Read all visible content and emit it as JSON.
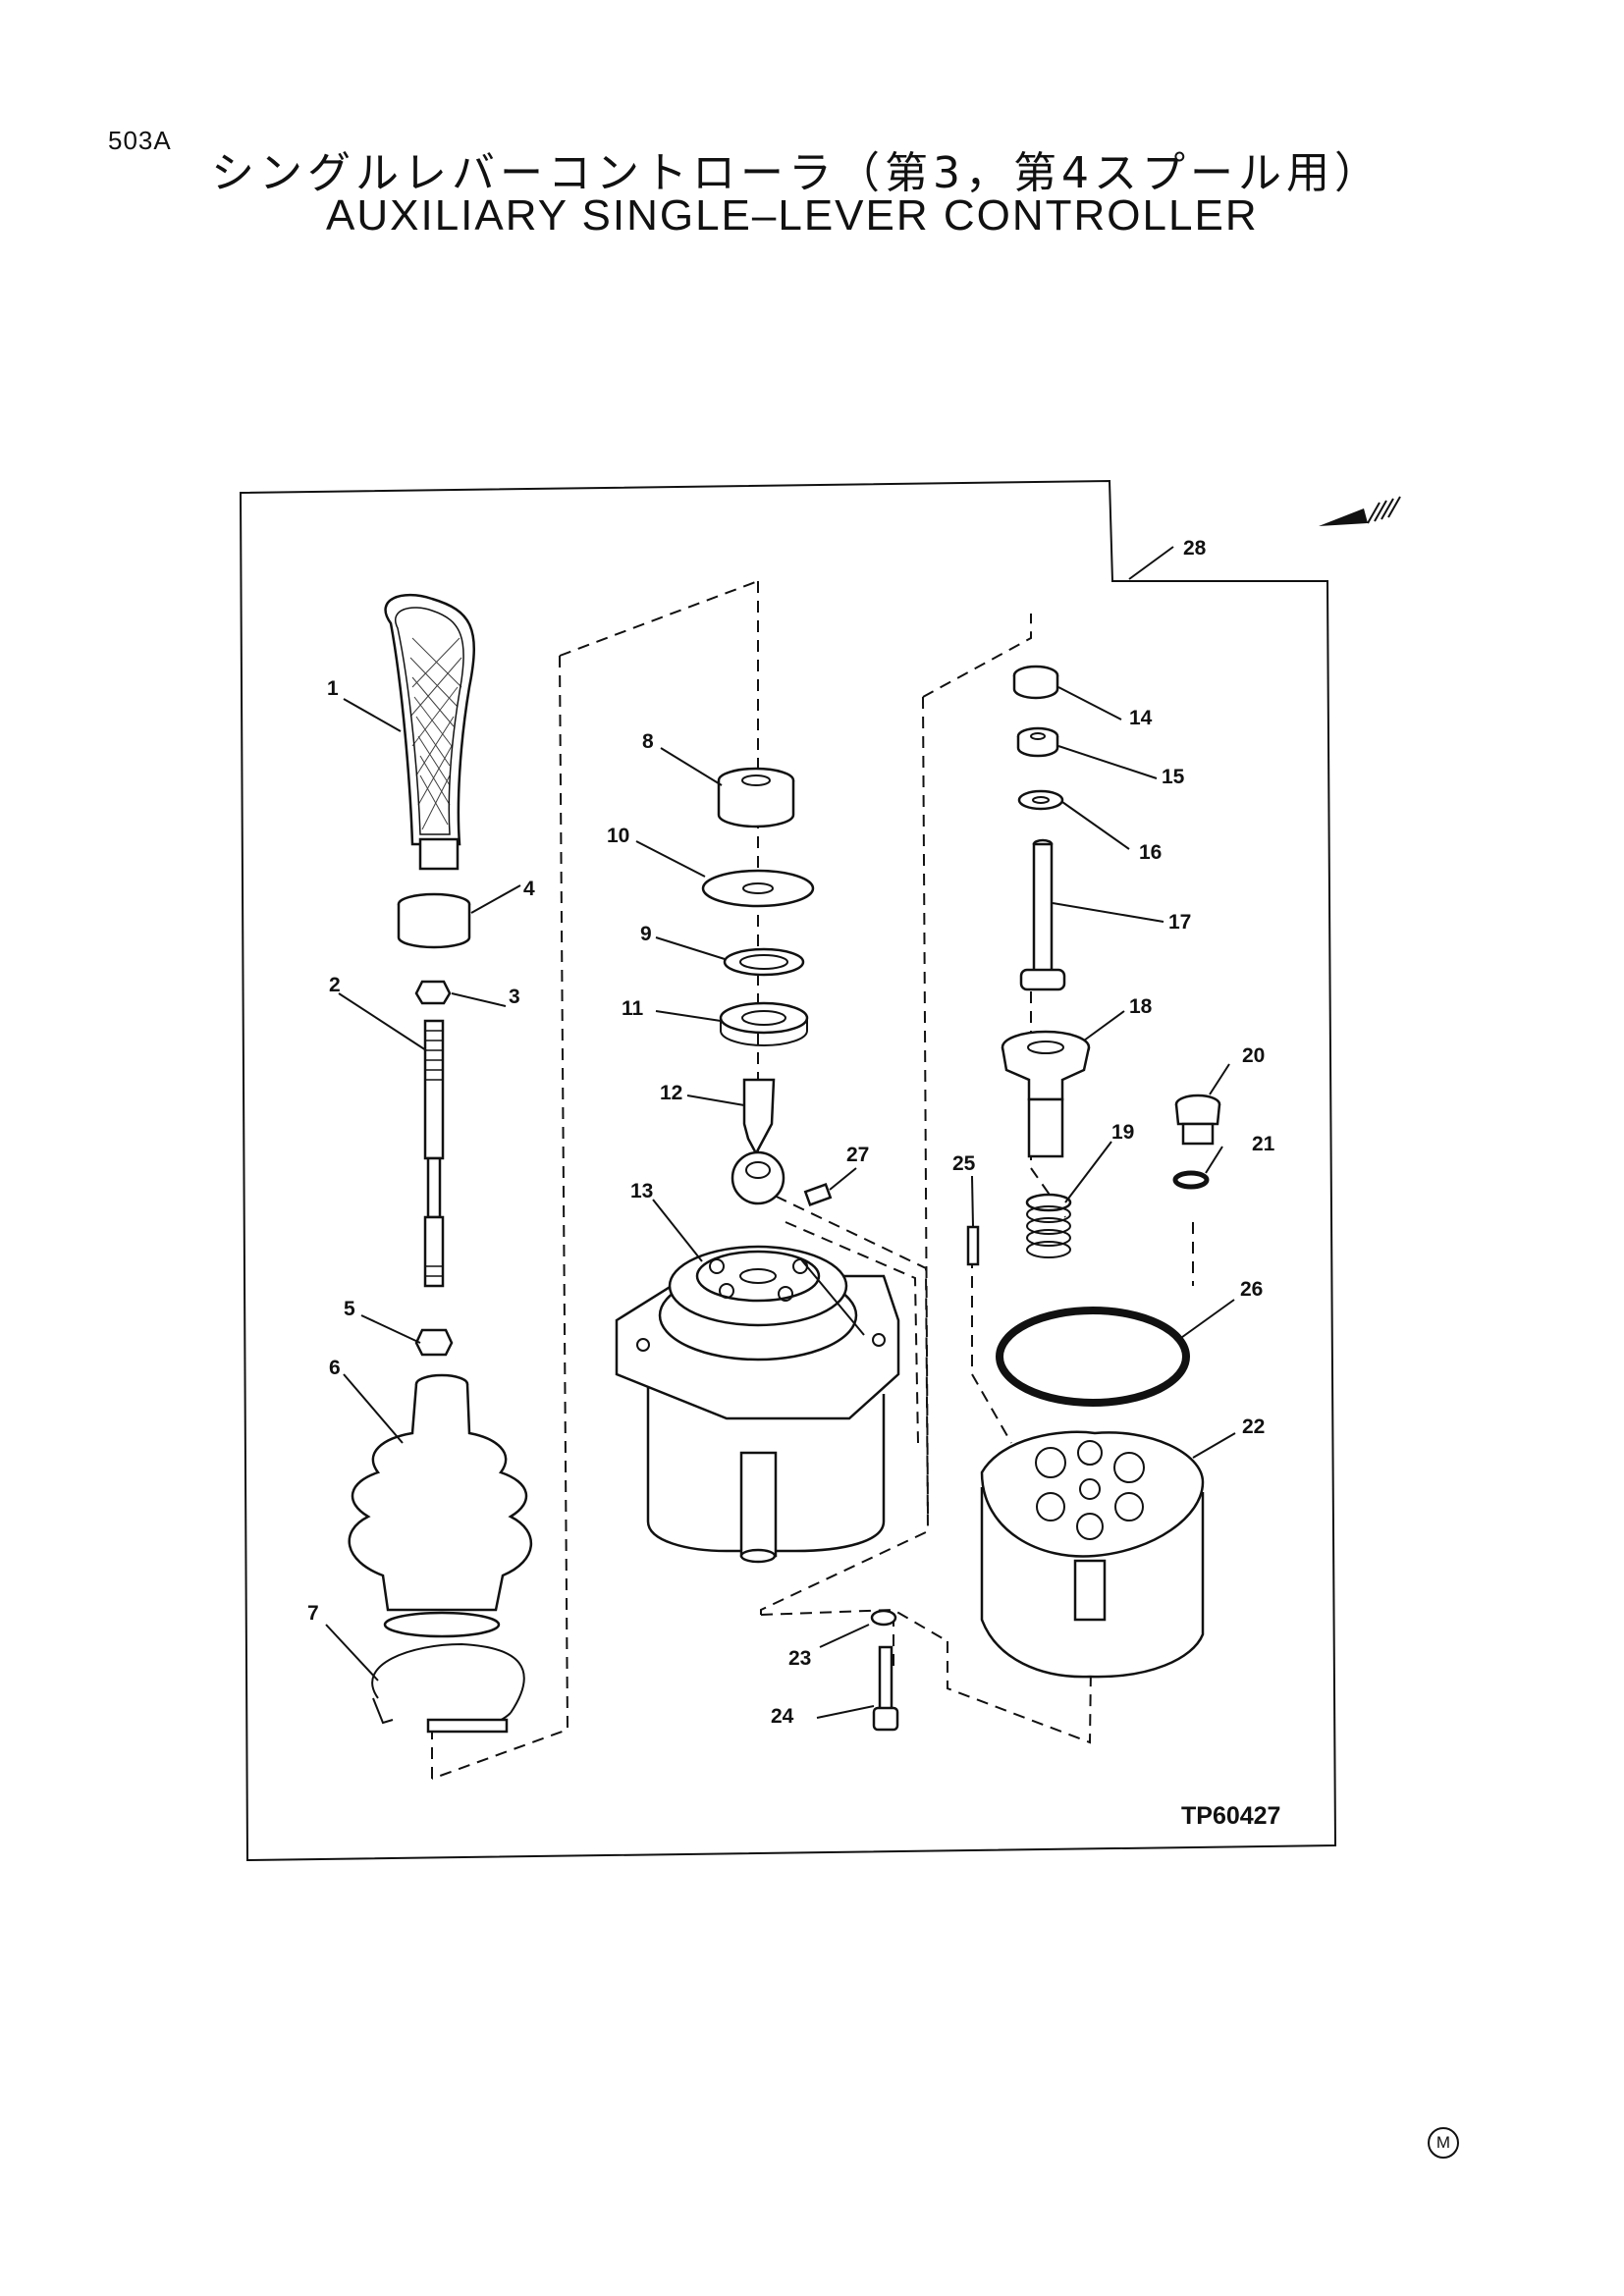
{
  "header": {
    "page_number": "503A",
    "title_jp": "シングルレバーコントローラ（第3，第4スプール用）",
    "title_en": "AUXILIARY SINGLE–LEVER CONTROLLER"
  },
  "diagram": {
    "reference_code": "TP60427",
    "part_callouts": [
      "1",
      "2",
      "3",
      "4",
      "5",
      "6",
      "7",
      "8",
      "9",
      "10",
      "11",
      "12",
      "13",
      "14",
      "15",
      "16",
      "17",
      "18",
      "19",
      "20",
      "21",
      "22",
      "23",
      "24",
      "25",
      "26",
      "27",
      "28"
    ],
    "front_arrow_icon": "front-direction-arrow-icon"
  },
  "footer": {
    "mark": "M"
  }
}
